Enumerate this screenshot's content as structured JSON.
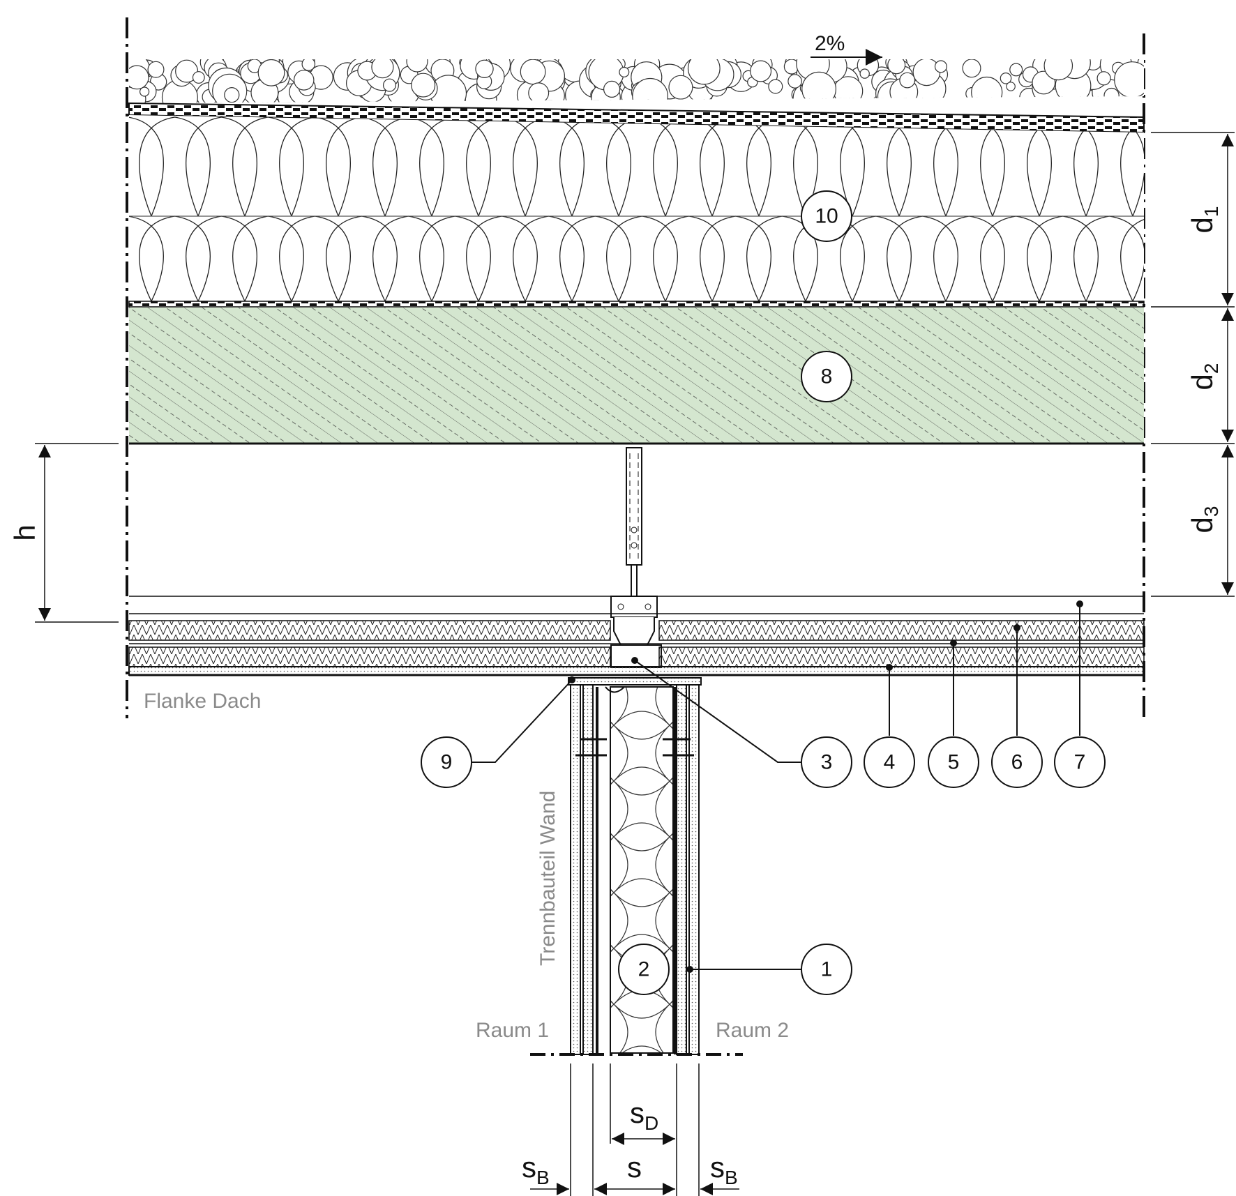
{
  "labels": {
    "slope": "2%",
    "flank_roof": "Flanke Dach",
    "separating_wall": "Trennbauteil Wand",
    "room_1": "Raum 1",
    "room_2": "Raum 2"
  },
  "dimensions": {
    "d1": {
      "base": "d",
      "sub": "1"
    },
    "d2": {
      "base": "d",
      "sub": "2"
    },
    "d3": {
      "base": "d",
      "sub": "3"
    },
    "h": "h",
    "sD": {
      "base": "s",
      "sub": "D"
    },
    "sB_left": {
      "base": "s",
      "sub": "B"
    },
    "s": "s",
    "sB_right": {
      "base": "s",
      "sub": "B"
    }
  },
  "callouts": [
    {
      "id": "1",
      "label": "1"
    },
    {
      "id": "2",
      "label": "2"
    },
    {
      "id": "3",
      "label": "3"
    },
    {
      "id": "4",
      "label": "4"
    },
    {
      "id": "5",
      "label": "5"
    },
    {
      "id": "6",
      "label": "6"
    },
    {
      "id": "7",
      "label": "7"
    },
    {
      "id": "8",
      "label": "8"
    },
    {
      "id": "9",
      "label": "9"
    },
    {
      "id": "10",
      "label": "10"
    }
  ],
  "colors": {
    "line": "#111111",
    "concrete_fill": "#d4e6cf",
    "annotation_gray": "#8a8a8a"
  }
}
